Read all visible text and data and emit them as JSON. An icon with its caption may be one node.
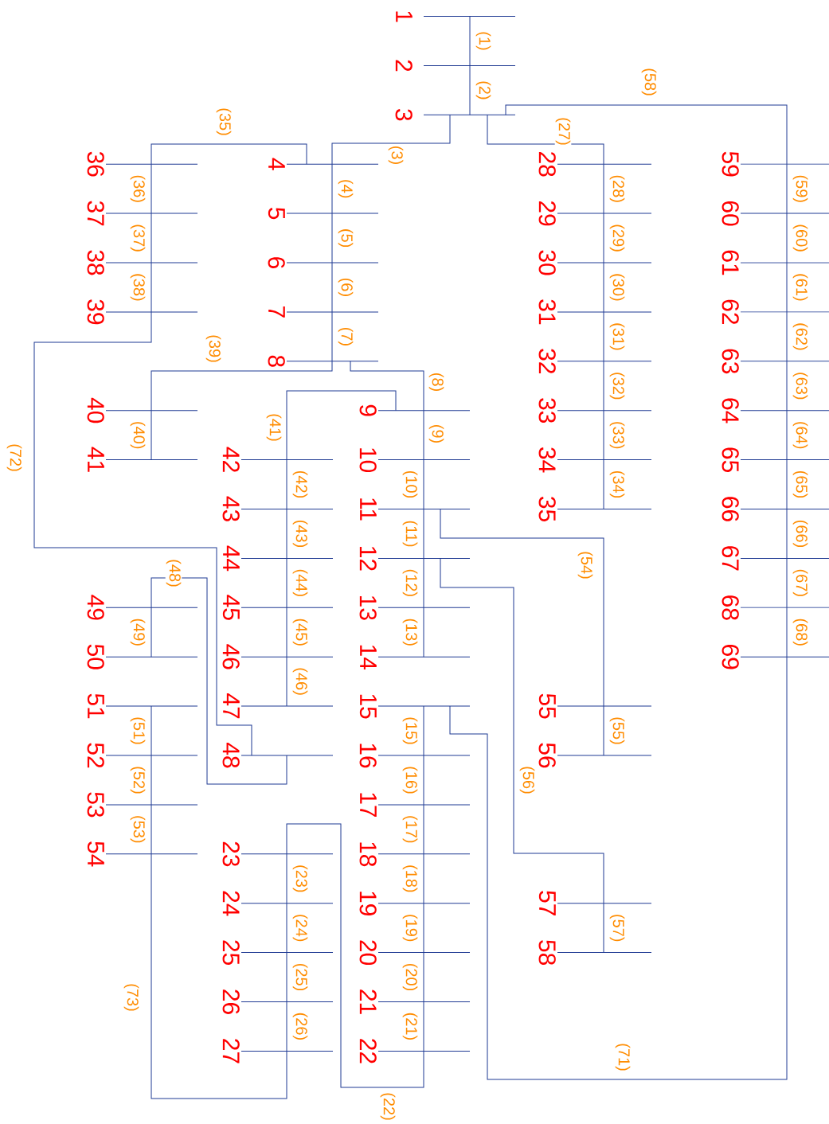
{
  "diagram": {
    "nodes": [
      {
        "text": [
          "1"
        ]
      },
      {
        "text": [
          "2"
        ]
      },
      {
        "text": [
          "3"
        ]
      },
      {
        "text": [
          "4"
        ]
      },
      {
        "text": [
          "5"
        ]
      },
      {
        "text": [
          "6"
        ]
      },
      {
        "text": [
          "7"
        ]
      },
      {
        "text": [
          "8"
        ]
      },
      {
        "text": [
          "9"
        ]
      },
      {
        "text": [
          "10"
        ]
      },
      {
        "text": [
          "11"
        ]
      },
      {
        "text": [
          "12"
        ]
      },
      {
        "text": [
          "13"
        ]
      },
      {
        "text": [
          "14"
        ]
      },
      {
        "text": [
          "15"
        ]
      },
      {
        "text": [
          "16"
        ]
      },
      {
        "text": [
          "17"
        ]
      },
      {
        "text": [
          "18"
        ]
      },
      {
        "text": [
          "19"
        ]
      },
      {
        "text": [
          "20"
        ]
      },
      {
        "text": [
          "21"
        ]
      },
      {
        "text": [
          "22"
        ]
      },
      {
        "text": [
          "23"
        ]
      },
      {
        "text": [
          "24"
        ]
      },
      {
        "text": [
          "25"
        ]
      },
      {
        "text": [
          "26"
        ]
      },
      {
        "text": [
          "27"
        ]
      },
      {
        "text": [
          "28"
        ]
      },
      {
        "text": [
          "29"
        ]
      },
      {
        "text": [
          "30"
        ]
      },
      {
        "text": [
          "31"
        ]
      },
      {
        "text": [
          "32"
        ]
      },
      {
        "text": [
          "33"
        ]
      },
      {
        "text": [
          "34"
        ]
      },
      {
        "text": [
          "35"
        ]
      },
      {
        "text": [
          "36"
        ]
      },
      {
        "text": [
          "37"
        ]
      },
      {
        "text": [
          "38"
        ]
      },
      {
        "text": [
          "39"
        ]
      },
      {
        "text": [
          "40"
        ]
      },
      {
        "text": [
          "41"
        ]
      },
      {
        "text": [
          "42"
        ]
      },
      {
        "text": [
          "43"
        ]
      },
      {
        "text": [
          "44"
        ]
      },
      {
        "text": [
          "45"
        ]
      },
      {
        "text": [
          "46"
        ]
      },
      {
        "text": [
          "47"
        ]
      },
      {
        "text": [
          "48"
        ]
      },
      {
        "text": [
          "49"
        ]
      },
      {
        "text": [
          "50"
        ]
      },
      {
        "text": [
          "51"
        ]
      },
      {
        "text": [
          "52"
        ]
      },
      {
        "text": [
          "53"
        ]
      },
      {
        "text": [
          "54"
        ]
      },
      {
        "text": [
          "55"
        ]
      },
      {
        "text": [
          "56"
        ]
      },
      {
        "text": [
          "57"
        ]
      },
      {
        "text": [
          "58"
        ]
      },
      {
        "text": [
          "59"
        ]
      },
      {
        "text": [
          "60"
        ]
      },
      {
        "text": [
          "61"
        ]
      },
      {
        "text": [
          "62"
        ]
      },
      {
        "text": [
          "63"
        ]
      },
      {
        "text": [
          "64"
        ]
      },
      {
        "text": [
          "65"
        ]
      },
      {
        "text": [
          "66"
        ]
      },
      {
        "text": [
          "67"
        ]
      },
      {
        "text": [
          "68"
        ]
      },
      {
        "text": [
          "69"
        ]
      }
    ],
    "edges": [
      {
        "from": 0,
        "to": 1,
        "arrow": "none",
        "label": "(1)"
      },
      {
        "from": 1,
        "to": 2,
        "arrow": "none",
        "label": "(2)"
      },
      {
        "from": 2,
        "to": 3,
        "arrow": "none",
        "label": "(3)"
      },
      {
        "from": 3,
        "to": 4,
        "arrow": "none",
        "label": "(4)"
      },
      {
        "from": 4,
        "to": 5,
        "arrow": "none",
        "label": "(5)"
      },
      {
        "from": 5,
        "to": 6,
        "arrow": "none",
        "label": "(6)"
      },
      {
        "from": 6,
        "to": 7,
        "arrow": "none",
        "label": "(7)"
      },
      {
        "from": 7,
        "to": 8,
        "arrow": "none",
        "label": "(8)"
      },
      {
        "from": 8,
        "to": 9,
        "arrow": "none",
        "label": "(9)"
      },
      {
        "from": 9,
        "to": 10,
        "arrow": "none",
        "label": "(10)"
      },
      {
        "from": 10,
        "to": 11,
        "arrow": "none",
        "label": "(11)"
      },
      {
        "from": 11,
        "to": 12,
        "arrow": "none",
        "label": "(12)"
      },
      {
        "from": 12,
        "to": 13,
        "arrow": "none",
        "label": "(13)"
      },
      {
        "from": 14,
        "to": 15,
        "arrow": "none",
        "label": "(15)"
      },
      {
        "from": 15,
        "to": 16,
        "arrow": "none",
        "label": "(16)"
      },
      {
        "from": 16,
        "to": 17,
        "arrow": "none",
        "label": "(17)"
      },
      {
        "from": 17,
        "to": 18,
        "arrow": "none",
        "label": "(18)"
      },
      {
        "from": 18,
        "to": 19,
        "arrow": "none",
        "label": "(19)"
      },
      {
        "from": 19,
        "to": 20,
        "arrow": "none",
        "label": "(20)"
      },
      {
        "from": 20,
        "to": 21,
        "arrow": "none",
        "label": "(21)"
      },
      {
        "from": 21,
        "to": 22,
        "arrow": "none",
        "label": "(22)"
      },
      {
        "from": 22,
        "to": 23,
        "arrow": "none",
        "label": "(23)"
      },
      {
        "from": 23,
        "to": 24,
        "arrow": "none",
        "label": "(24)"
      },
      {
        "from": 24,
        "to": 25,
        "arrow": "none",
        "label": "(25)"
      },
      {
        "from": 25,
        "to": 26,
        "arrow": "none",
        "label": "(26)"
      },
      {
        "from": 2,
        "to": 27,
        "arrow": "none",
        "label": "(27)"
      },
      {
        "from": 27,
        "to": 28,
        "arrow": "none",
        "label": "(28)"
      },
      {
        "from": 28,
        "to": 29,
        "arrow": "none",
        "label": "(29)"
      },
      {
        "from": 29,
        "to": 30,
        "arrow": "none",
        "label": "(30)"
      },
      {
        "from": 30,
        "to": 31,
        "arrow": "none",
        "label": "(31)"
      },
      {
        "from": 31,
        "to": 32,
        "arrow": "none",
        "label": "(32)"
      },
      {
        "from": 32,
        "to": 33,
        "arrow": "none",
        "label": "(33)"
      },
      {
        "from": 33,
        "to": 34,
        "arrow": "none",
        "label": "(34)"
      },
      {
        "from": 3,
        "to": 35,
        "arrow": "none",
        "label": "(35)"
      },
      {
        "from": 35,
        "to": 36,
        "arrow": "none",
        "label": "(36)"
      },
      {
        "from": 36,
        "to": 37,
        "arrow": "none",
        "label": "(37)"
      },
      {
        "from": 37,
        "to": 38,
        "arrow": "none",
        "label": "(38)"
      },
      {
        "from": 7,
        "to": 39,
        "arrow": "none",
        "label": "(39)"
      },
      {
        "from": 39,
        "to": 40,
        "arrow": "none",
        "label": "(40)"
      },
      {
        "from": 8,
        "to": 41,
        "arrow": "none",
        "label": "(41)"
      },
      {
        "from": 41,
        "to": 42,
        "arrow": "none",
        "label": "(42)"
      },
      {
        "from": 42,
        "to": 43,
        "arrow": "none",
        "label": "(43)"
      },
      {
        "from": 43,
        "to": 44,
        "arrow": "none",
        "label": "(44)"
      },
      {
        "from": 44,
        "to": 45,
        "arrow": "none",
        "label": "(45)"
      },
      {
        "from": 45,
        "to": 46,
        "arrow": "none",
        "label": "(46)"
      },
      {
        "from": 47,
        "to": 48,
        "arrow": "none",
        "label": "(48)"
      },
      {
        "from": 48,
        "to": 49,
        "arrow": "none",
        "label": "(49)"
      },
      {
        "from": 50,
        "to": 51,
        "arrow": "none",
        "label": "(51)"
      },
      {
        "from": 51,
        "to": 52,
        "arrow": "none",
        "label": "(52)"
      },
      {
        "from": 52,
        "to": 53,
        "arrow": "none",
        "label": "(53)"
      },
      {
        "from": 10,
        "to": 54,
        "arrow": "none",
        "label": "(54)"
      },
      {
        "from": 54,
        "to": 55,
        "arrow": "none",
        "label": "(55)"
      },
      {
        "from": 11,
        "to": 56,
        "arrow": "none",
        "label": "(56)"
      },
      {
        "from": 56,
        "to": 57,
        "arrow": "none",
        "label": "(57)"
      },
      {
        "from": 2,
        "to": 58,
        "arrow": "none",
        "label": "(58)"
      },
      {
        "from": 58,
        "to": 59,
        "arrow": "none",
        "label": "(59)"
      },
      {
        "from": 59,
        "to": 60,
        "arrow": "none",
        "label": "(60)"
      },
      {
        "from": 60,
        "to": 61,
        "arrow": "none",
        "label": "(61)"
      },
      {
        "from": 61,
        "to": 62,
        "arrow": "none",
        "label": "(62)"
      },
      {
        "from": 62,
        "to": 63,
        "arrow": "none",
        "label": "(63)"
      },
      {
        "from": 63,
        "to": 64,
        "arrow": "none",
        "label": "(64)"
      },
      {
        "from": 64,
        "to": 65,
        "arrow": "none",
        "label": "(65)"
      },
      {
        "from": 65,
        "to": 66,
        "arrow": "none",
        "label": "(66)"
      },
      {
        "from": 66,
        "to": 67,
        "arrow": "none",
        "label": "(67)"
      },
      {
        "from": 67,
        "to": 68,
        "arrow": "none",
        "label": "(68)"
      },
      {
        "from": 14,
        "to": 68,
        "arrow": "none",
        "label": "(71)"
      },
      {
        "from": 38,
        "to": 47,
        "arrow": "none",
        "label": "(72)"
      },
      {
        "from": 53,
        "to": 26,
        "arrow": "none",
        "label": "(73)"
      }
    ]
  }
}
